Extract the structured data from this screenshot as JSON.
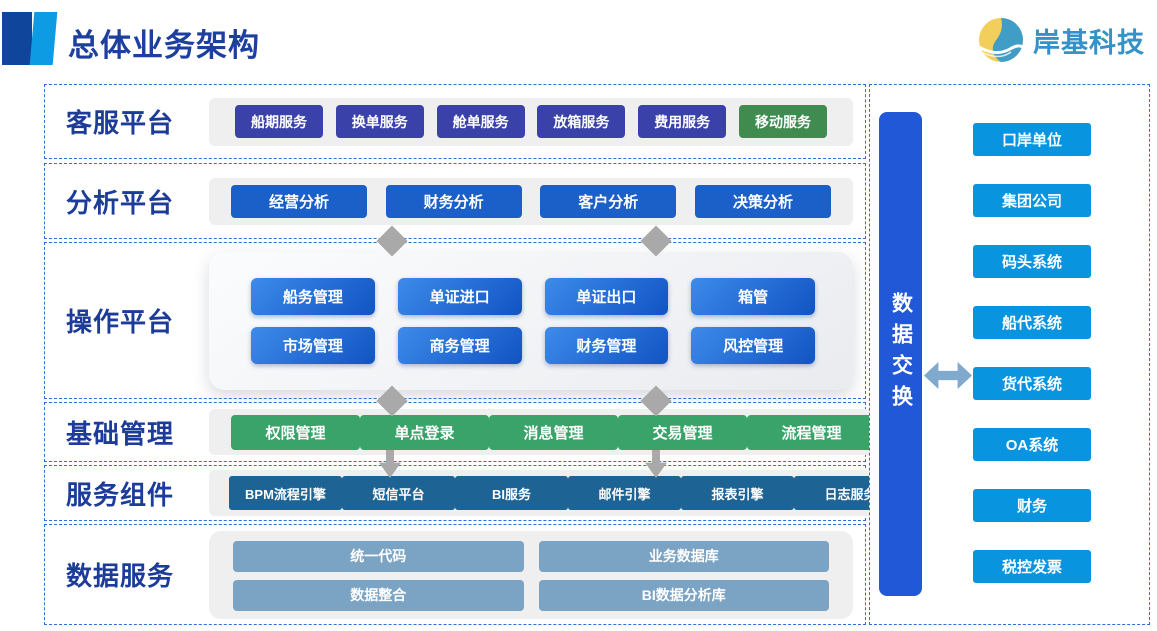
{
  "header": {
    "title": "总体业务架构",
    "brand": "岸基科技"
  },
  "rows": [
    {
      "label": "客服平台",
      "buttons": [
        {
          "label": "船期服务"
        },
        {
          "label": "换单服务"
        },
        {
          "label": "舱单服务"
        },
        {
          "label": "放箱服务"
        },
        {
          "label": "费用服务"
        },
        {
          "label": "移动服务",
          "variant": "green"
        }
      ]
    },
    {
      "label": "分析平台",
      "buttons": [
        "经营分析",
        "财务分析",
        "客户分析",
        "决策分析"
      ]
    },
    {
      "label": "操作平台",
      "buttons": [
        "船务管理",
        "单证进口",
        "单证出口",
        "箱管",
        "市场管理",
        "商务管理",
        "财务管理",
        "风控管理"
      ]
    },
    {
      "label": "基础管理",
      "buttons": [
        "权限管理",
        "单点登录",
        "消息管理",
        "交易管理",
        "流程管理"
      ]
    },
    {
      "label": "服务组件",
      "buttons": [
        "BPM流程引擎",
        "短信平台",
        "BI服务",
        "邮件引擎",
        "报表引擎",
        "日志服务"
      ]
    },
    {
      "label": "数据服务",
      "buttons": [
        "统一代码",
        "业务数据库",
        "数据整合",
        "BI数据分析库"
      ]
    }
  ],
  "exchange": {
    "bar_label": "数据交换",
    "items": [
      "口岸单位",
      "集团公司",
      "码头系统",
      "船代系统",
      "货代系统",
      "OA系统",
      "财务",
      "税控发票"
    ]
  },
  "colors": {
    "title_text": "#1d3f9e",
    "row_label_text": "#1d3c99",
    "dashed_border": "#2f6fd6",
    "panel_gray": "#efefef",
    "customer_service_button": "#3a41a8",
    "mobile_service_button_green": "#3f8b50",
    "analysis_button": "#1b5fc8",
    "operation_button_gradient": [
      "#3d8bea",
      "#1153c3"
    ],
    "basic_mgmt_button_green": "#3aa369",
    "service_component_button": "#1d6394",
    "data_service_button": "#7ba3c4",
    "exchange_bar": "#2158d8",
    "external_system_button": "#0894df",
    "connector_gray": "#a9a9a9",
    "accent_dark": "#10459c",
    "accent_light": "#0d9ce4",
    "logo_text": "#3492c8",
    "logo_yellow": "#f2cf5b",
    "logo_blue": "#3f9dc6"
  }
}
